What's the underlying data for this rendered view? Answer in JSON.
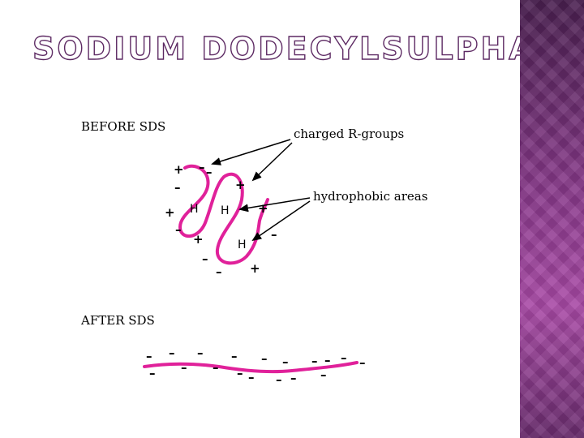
{
  "slide": {
    "title": "SODIUM DODECYLSULPHATE"
  },
  "diagram": {
    "before_label": "BEFORE SDS",
    "after_label": "AFTER SDS",
    "callout_charged": "charged R-groups",
    "callout_hydrophobic": "hydrophobic areas",
    "hydrophobic_marker": "H",
    "plus_sign": "+",
    "minus_sign": "–",
    "colors": {
      "protein_chain": "#e0219a",
      "accent_panel": "#8a3a8c",
      "title_outline": "#5d2a63"
    }
  }
}
